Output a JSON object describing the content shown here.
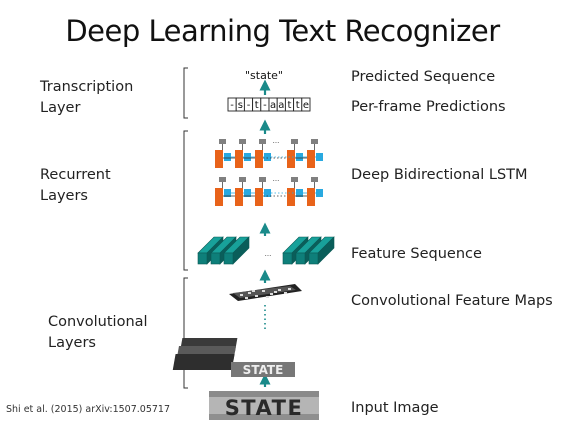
{
  "title": "Deep Learning Text Recognizer",
  "left_labels": {
    "transcription": [
      "Transcription",
      "Layer"
    ],
    "recurrent": [
      "Recurrent",
      "Layers"
    ],
    "convolutional": [
      "Convolutional",
      "Layers"
    ]
  },
  "right_labels": {
    "predicted_sequence": "Predicted Sequence",
    "per_frame": "Per-frame Predictions",
    "lstm": "Deep Bidirectional LSTM",
    "feature_sequence": "Feature Sequence",
    "conv_maps": "Convolutional Feature Maps",
    "input_image": "Input Image"
  },
  "predicted_text": "\"state\"",
  "per_frame_tokens": [
    "-",
    "s",
    "-",
    "t",
    "-",
    "a",
    "a",
    "t",
    "t",
    "e"
  ],
  "input_word": "STATE",
  "ellipsis": "...",
  "citation": "Shi et al. (2015) arXiv:1507.05717",
  "colors": {
    "arrow": "#1a8a8a",
    "lstm_orange": "#e8631a",
    "lstm_blue": "#29a9e0",
    "lstm_gray": "#808080",
    "feature_teal": "#0e7f7a"
  }
}
